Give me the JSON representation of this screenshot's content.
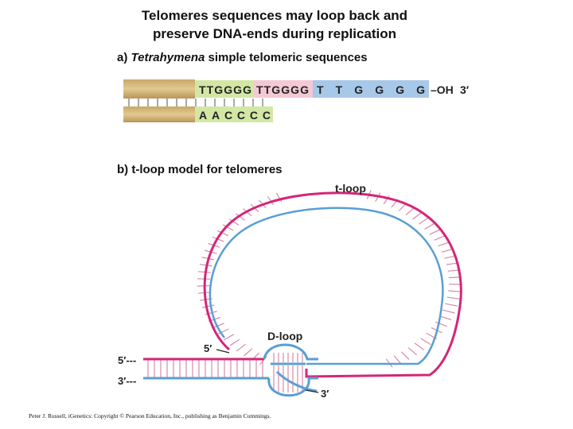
{
  "title": {
    "line1": "Telomeres sequences may loop back and",
    "line2": "preserve DNA-ends during replication"
  },
  "panel_a": {
    "letter": "a)",
    "organism": "Tetrahymena",
    "rest": "simple telomeric sequences",
    "top_strand_repeats": [
      {
        "seq": "TTGGGG",
        "color": "#d3e7a5"
      },
      {
        "seq": "TTGGGG",
        "color": "#f5c8d6"
      },
      {
        "seq": "TTGGGG",
        "color": "#a7c8e8"
      }
    ],
    "bottom_strand_seq": "AACCCC",
    "bottom_color": "#d3e7a5",
    "oh_label": "–OH",
    "three_prime": "3′"
  },
  "panel_b": {
    "heading": "b) t-loop model for telomeres",
    "t_loop_label": "t-loop",
    "d_loop_label": "D-loop",
    "five_prime_left": "5′---",
    "three_prime_left": "3′---",
    "five_prime_end": "5′",
    "three_prime_end": "3′",
    "strand_colors": {
      "magenta": "#d4267a",
      "blue": "#5a9ed4",
      "rung": "#d88aa8"
    }
  },
  "credit": "Peter J. Russell, iGenetics: Copyright © Pearson Education, Inc., publishing as Benjamin Cummings."
}
